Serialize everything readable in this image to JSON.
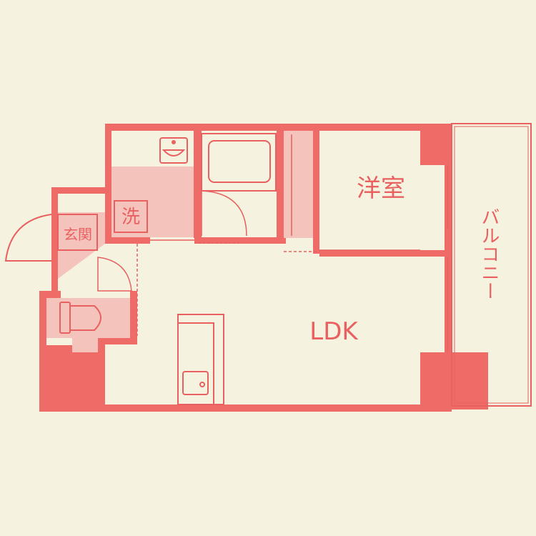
{
  "colors": {
    "background": "#f5f3e0",
    "wall": "#ef6b68",
    "fill_light": "#f4c4bc",
    "line": "#e8605f",
    "room_text": "#e8605f"
  },
  "rooms": {
    "western_room": "洋室",
    "ldk": "LDK",
    "balcony": "バルコニー",
    "washroom": "洗",
    "entrance": "玄関"
  }
}
